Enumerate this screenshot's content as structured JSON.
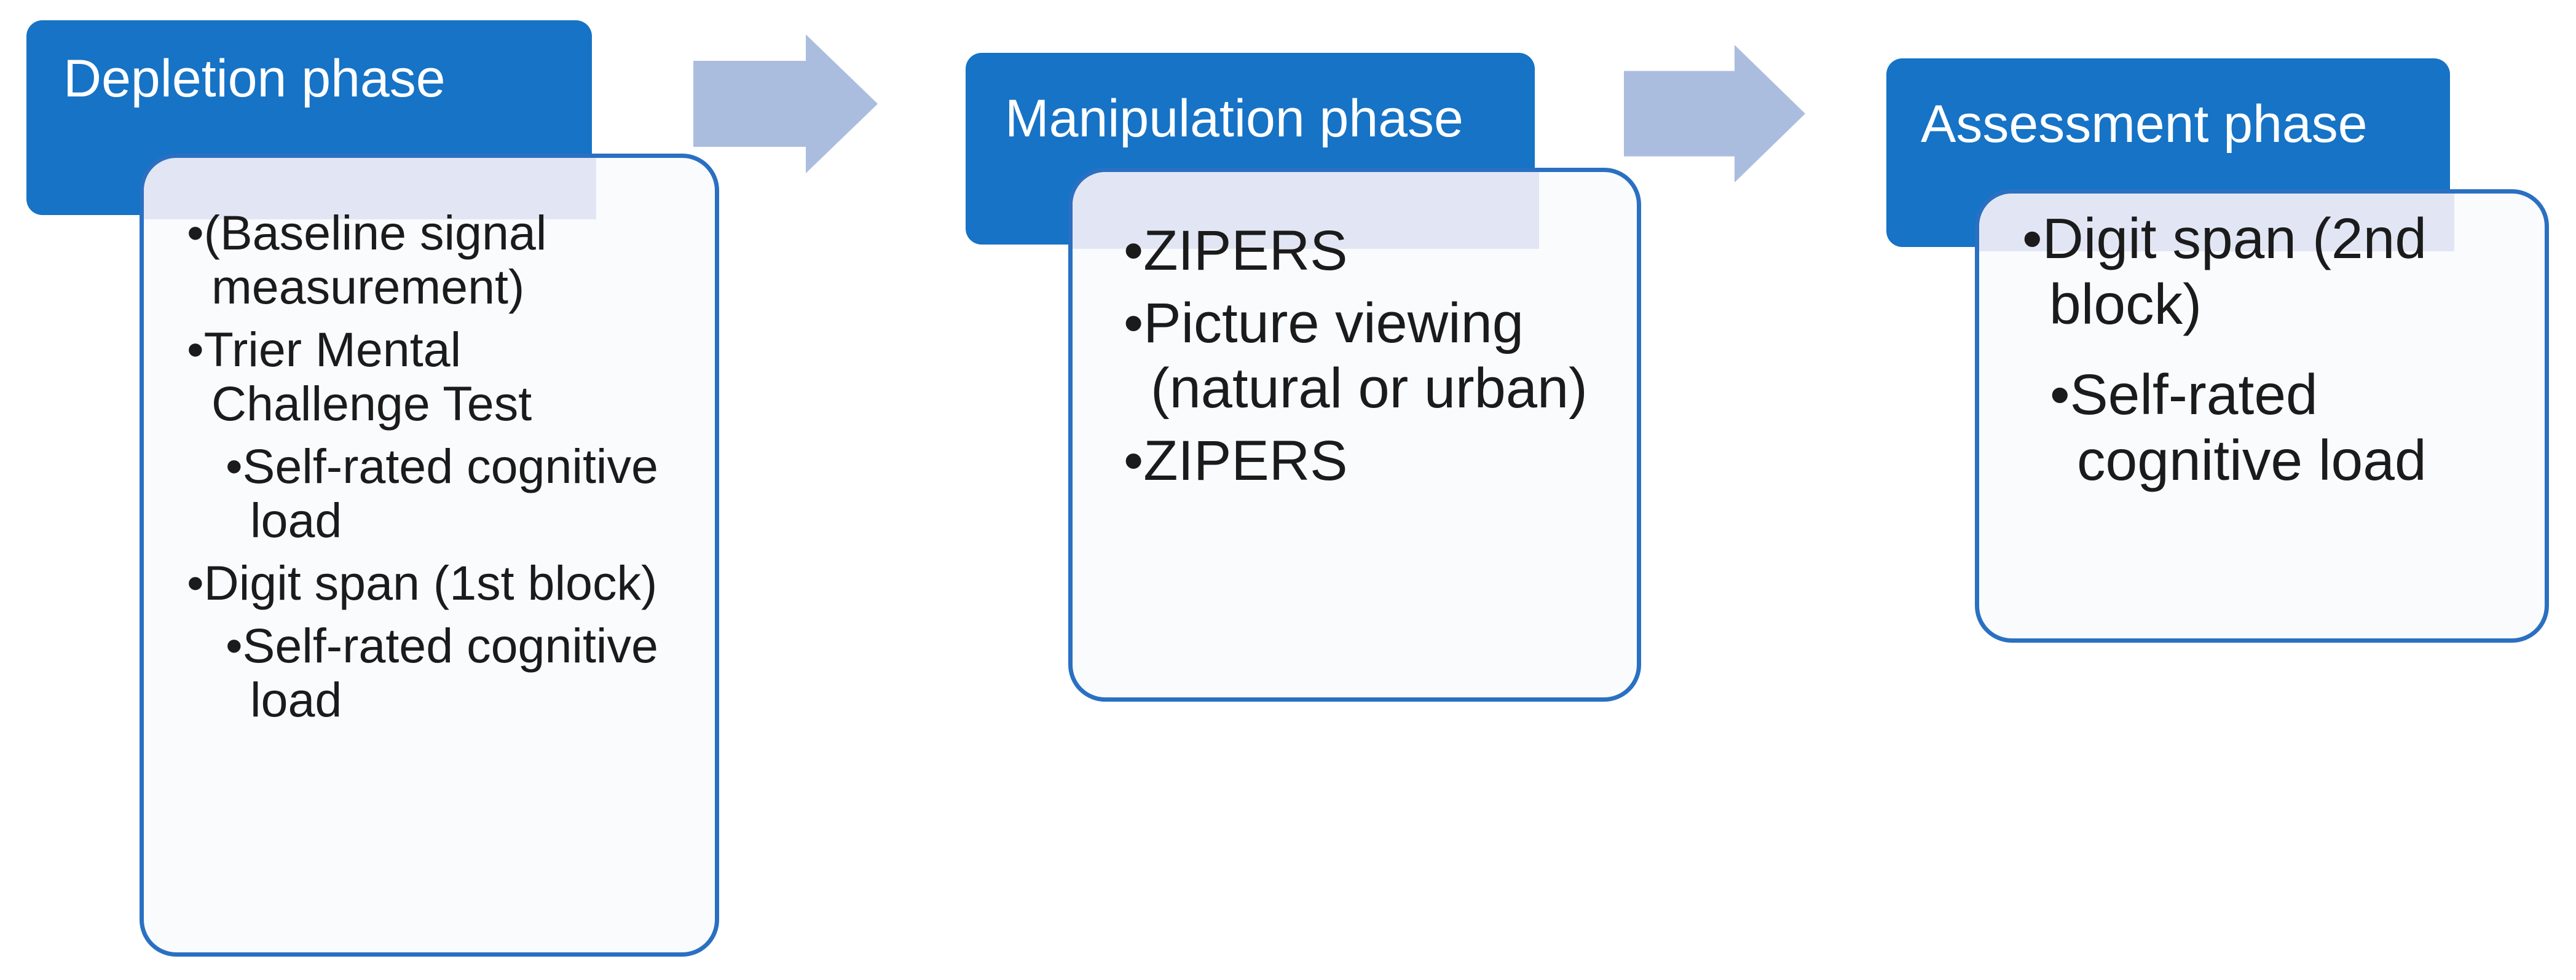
{
  "bullet": "•",
  "colors": {
    "header-blue": "#1673c6",
    "header-text": "#ffffff",
    "box-bg": "#fafbfd",
    "box-border": "#2a70c2",
    "band": "#e2e6f4",
    "arrow": "#abbddf",
    "text": "#1b1b1b"
  },
  "phases": [
    {
      "title": "Depletion phase",
      "bullets": [
        {
          "level": 1,
          "text": "(Baseline signal measurement)"
        },
        {
          "level": 1,
          "text": "Trier Mental Challenge Test"
        },
        {
          "level": 2,
          "text": "Self-rated cognitive load"
        },
        {
          "level": 1,
          "text": "Digit span (1st block)"
        },
        {
          "level": 2,
          "text": "Self-rated cognitive load"
        }
      ]
    },
    {
      "title": "Manipulation phase",
      "bullets": [
        {
          "level": 1,
          "text": "ZIPERS"
        },
        {
          "level": 1,
          "text": "Picture viewing (natural or urban)"
        },
        {
          "level": 1,
          "text": "ZIPERS"
        }
      ]
    },
    {
      "title": "Assessment phase",
      "bullets": [
        {
          "level": 1,
          "text": "Digit span (2nd block)"
        },
        {
          "level": 2,
          "text": "Self-rated cognitive load"
        }
      ]
    }
  ]
}
